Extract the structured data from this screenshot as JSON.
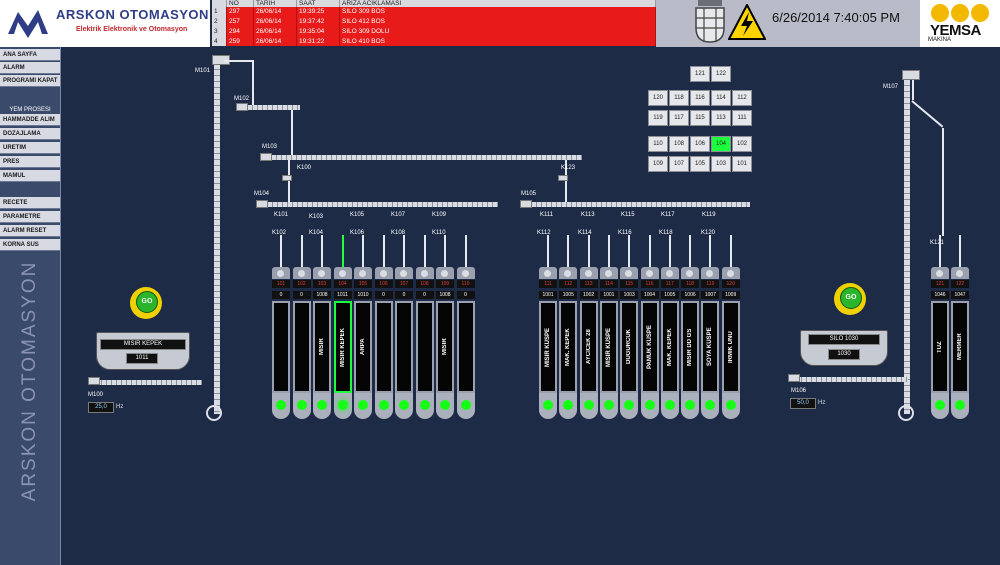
{
  "brand": {
    "title": "ARSKON OTOMASYON",
    "subtitle": "Elektrik Elektronik ve Otomasyon",
    "vertical": "ARSKON OTOMASYON"
  },
  "alarm_table": {
    "headers": [
      "",
      "NO",
      "TARIH",
      "SAAT",
      "ARIZA ACIKLAMASI"
    ],
    "rows": [
      [
        "1",
        "297",
        "26/06/14",
        "19:39:25",
        "SILO 309 BOS"
      ],
      [
        "2",
        "257",
        "26/06/14",
        "19:37:42",
        "SILO 412 BOS"
      ],
      [
        "3",
        "294",
        "26/06/14",
        "19:35:04",
        "SILO 309 DOLU"
      ],
      [
        "4",
        "259",
        "26/06/14",
        "19:31:22",
        "SILO 410 BOS"
      ]
    ]
  },
  "datetime": "6/26/2014 7:40:05 PM",
  "yemsa": {
    "name": "YEMSA",
    "sub": "MAKINA"
  },
  "colors": {
    "background": "#1e2b47",
    "active": "#1cff3c",
    "alarm": "#e81a1a"
  },
  "sidebar": {
    "top": [
      "ANA SAYFA",
      "ALARM",
      "PROGRAMI KAPAT"
    ],
    "section": "YEM PROSESI",
    "process": [
      "HAMMADDE ALIM",
      "DOZAJLAMA",
      "URETIM",
      "PRES",
      "MAMUL"
    ],
    "bottom": [
      "RECETE",
      "PARAMETRE",
      "ALARM RESET",
      "KORNA SUS"
    ]
  },
  "motors": {
    "m100": "M100",
    "m101": "M101",
    "m102": "M102",
    "m103": "M103",
    "m104": "M104",
    "m105": "M105",
    "m106": "M106",
    "m107": "M107"
  },
  "valves": {
    "k100": "K100",
    "k123": "K123",
    "left_top": [
      "K101",
      "K103",
      "K105",
      "K107",
      "K109"
    ],
    "left_bottom": [
      "K102",
      "K104",
      "K106",
      "K108",
      "K110"
    ],
    "mid_top": [
      "K111",
      "K113",
      "K115",
      "K117",
      "K119"
    ],
    "mid_bottom": [
      "K112",
      "K114",
      "K116",
      "K118",
      "K120"
    ],
    "k121": "K121"
  },
  "keypad": {
    "rows": [
      [
        "121",
        "122"
      ],
      [
        "120",
        "118",
        "116",
        "114",
        "112"
      ],
      [
        "119",
        "117",
        "115",
        "113",
        "111"
      ],
      [
        "110",
        "108",
        "106",
        "104",
        "102"
      ],
      [
        "109",
        "107",
        "105",
        "103",
        "101"
      ]
    ],
    "active": "104"
  },
  "silos_left": [
    {
      "id": "101",
      "count": "0",
      "name": "",
      "active": false
    },
    {
      "id": "102",
      "count": "0",
      "name": "",
      "active": false
    },
    {
      "id": "103",
      "count": "1008",
      "name": "MISIR",
      "active": false
    },
    {
      "id": "104",
      "count": "1011",
      "name": "MISIR KEPEK",
      "active": true
    },
    {
      "id": "105",
      "count": "1010",
      "name": "ARPA",
      "active": false
    },
    {
      "id": "106",
      "count": "0",
      "name": "",
      "active": false
    },
    {
      "id": "107",
      "count": "0",
      "name": "",
      "active": false
    },
    {
      "id": "108",
      "count": "0",
      "name": "",
      "active": false
    },
    {
      "id": "109",
      "count": "1008",
      "name": "MISIR",
      "active": false
    },
    {
      "id": "110",
      "count": "0",
      "name": "",
      "active": false
    }
  ],
  "silos_mid": [
    {
      "id": "111",
      "count": "1001",
      "name": "MISIR KÜSPE"
    },
    {
      "id": "112",
      "count": "1005",
      "name": "MAK. KEPEK"
    },
    {
      "id": "113",
      "count": "1002",
      "name": "AYCICEK 28"
    },
    {
      "id": "114",
      "count": "1001",
      "name": "MISIR KÜSPE"
    },
    {
      "id": "115",
      "count": "1003",
      "name": "DUGURCUK"
    },
    {
      "id": "116",
      "count": "1004",
      "name": "PAMUK KÜSPE"
    },
    {
      "id": "117",
      "count": "1005",
      "name": "MAK. KEPEK"
    },
    {
      "id": "118",
      "count": "1006",
      "name": "MISIR DD GS"
    },
    {
      "id": "119",
      "count": "1007",
      "name": "SOYA KÜSPE"
    },
    {
      "id": "120",
      "count": "1009",
      "name": "IRMIK UNU"
    }
  ],
  "silos_right": [
    {
      "id": "121",
      "count": "1046",
      "name": "TUZ"
    },
    {
      "id": "122",
      "count": "1047",
      "name": "MERMER"
    }
  ],
  "go_label": "GO",
  "hopper_left": {
    "title": "MISIR KEPEK",
    "value": "1011",
    "speed": "25,0",
    "unit": "Hz"
  },
  "hopper_right": {
    "title": "SILO 1030",
    "value": "1030",
    "speed": "50,0",
    "unit": "Hz"
  }
}
